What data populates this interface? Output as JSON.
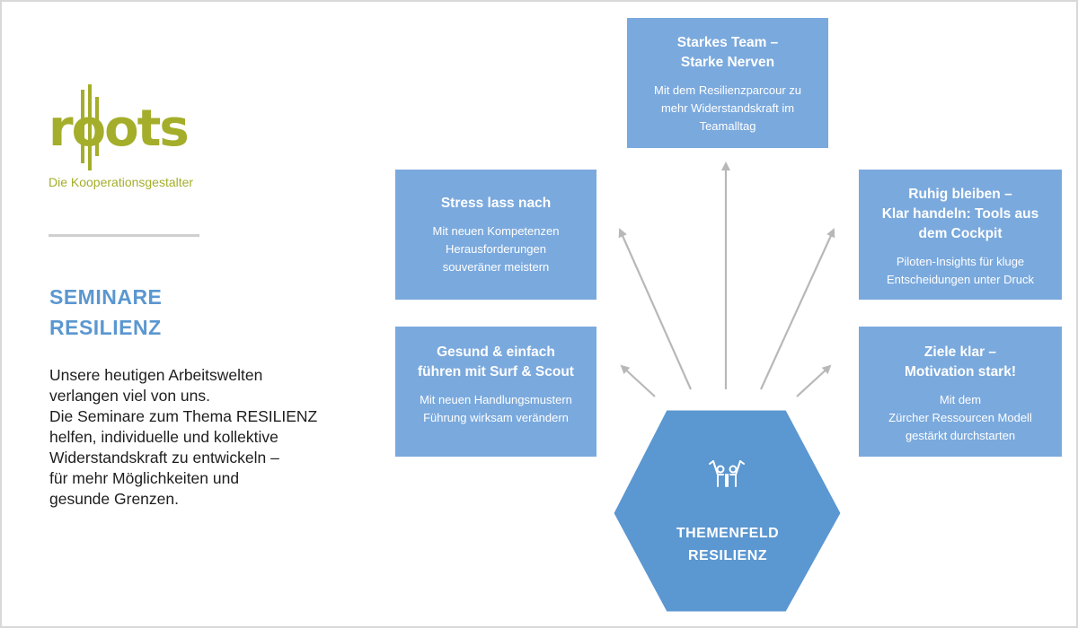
{
  "logo": {
    "wordmark": "roots",
    "tagline": "Die Kooperationsgestalter"
  },
  "section": {
    "title_line1": "SEMINARE",
    "title_line2": "RESILIENZ"
  },
  "intro": [
    "Unsere heutigen Arbeitswelten",
    "verlangen viel von uns.",
    "Die Seminare zum Thema RESILIENZ",
    "helfen, individuelle und kollektive",
    "Widerstandskraft zu entwickeln –",
    "für mehr Möglichkeiten und",
    "gesunde Grenzen."
  ],
  "hub": {
    "label_line1": "THEMENFELD",
    "label_line2": "RESILIENZ",
    "icon": "people-cheering-icon"
  },
  "topics": {
    "top": {
      "title": [
        "Starkes Team –",
        "Starke Nerven"
      ],
      "desc": [
        "Mit dem Resilienzparcour zu",
        "mehr Widerstandskraft im",
        "Teamalltag"
      ]
    },
    "upper_left": {
      "title": [
        "Stress lass nach"
      ],
      "desc": [
        "Mit neuen Kompetenzen",
        "Herausforderungen",
        "souveräner meistern"
      ]
    },
    "upper_right": {
      "title": [
        "Ruhig bleiben –",
        "Klar handeln: Tools aus",
        "dem Cockpit"
      ],
      "desc": [
        "Piloten-Insights für kluge",
        "Entscheidungen unter Druck"
      ]
    },
    "lower_left": {
      "title": [
        "Gesund & einfach",
        "führen mit Surf & Scout"
      ],
      "desc": [
        "Mit neuen Handlungsmustern",
        "Führung wirksam verändern"
      ]
    },
    "lower_right": {
      "title": [
        "Ziele klar –",
        "Motivation stark!"
      ],
      "desc": [
        "Mit dem",
        "Zürcher Ressourcen Modell",
        "gestärkt durchstarten"
      ]
    }
  },
  "colors": {
    "box_fill": "#7aa9dd",
    "hub_fill": "#5b97d0",
    "accent_green": "#a4ae2a",
    "title_blue": "#5b97d0",
    "arrow_gray": "#b8b8b8"
  }
}
